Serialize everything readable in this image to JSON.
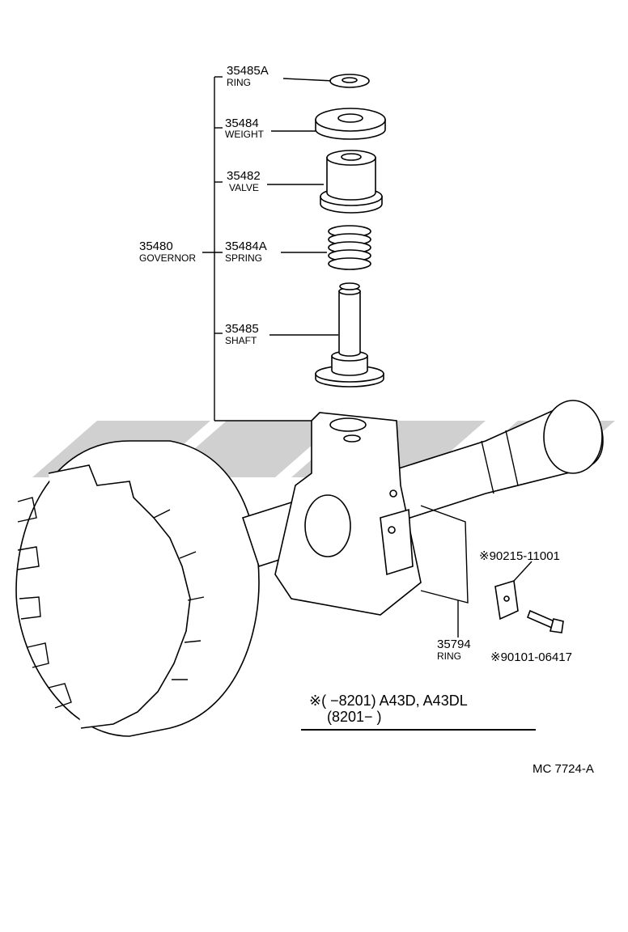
{
  "parts": {
    "ring_top": {
      "number": "35485A",
      "name": "RING"
    },
    "weight": {
      "number": "35484",
      "name": "WEIGHT"
    },
    "valve": {
      "number": "35482",
      "name": "VALVE"
    },
    "governor": {
      "number": "35480",
      "name": "GOVERNOR"
    },
    "spring": {
      "number": "35484A",
      "name": "SPRING"
    },
    "shaft": {
      "number": "35485",
      "name": "SHAFT"
    },
    "ring_side": {
      "number": "35794",
      "name": "RING"
    },
    "clip": {
      "number": "90215-11001",
      "mark": "※"
    },
    "bolt": {
      "number": "90101-06417",
      "mark": "※"
    }
  },
  "note": {
    "mark": "※",
    "line1": "(      −8201) A43D, A43DL",
    "line2": "(8201−      )"
  },
  "figure_code": "MC 7724-A"
}
